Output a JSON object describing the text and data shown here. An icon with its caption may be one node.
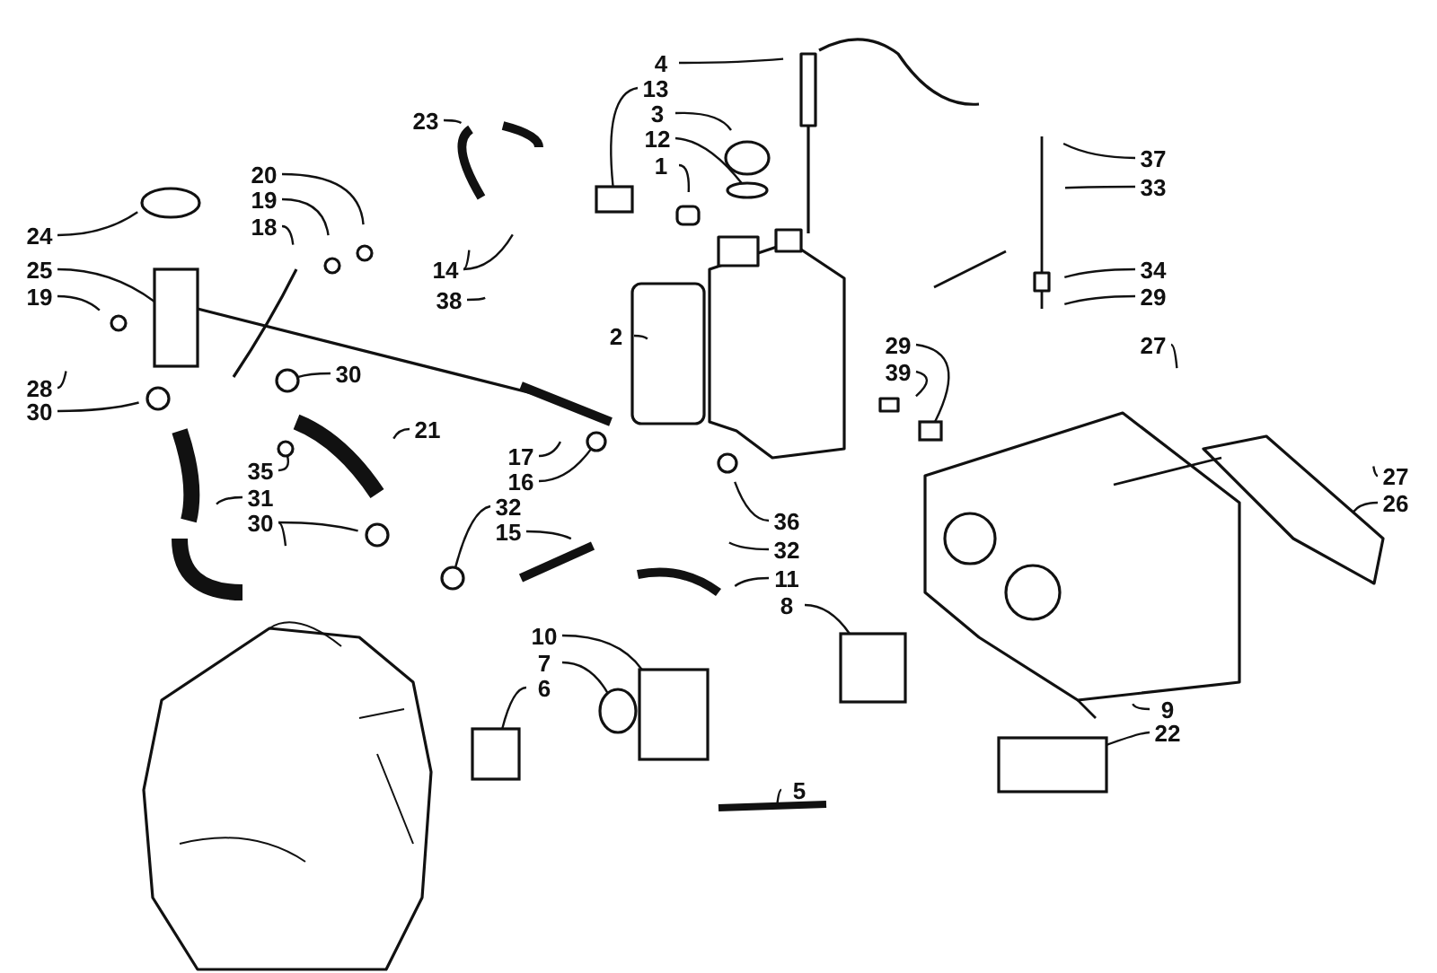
{
  "diagram": {
    "nodes": [
      {
        "text": [
          "4"
        ]
      },
      {
        "text": [
          "13"
        ]
      },
      {
        "text": [
          "23"
        ]
      },
      {
        "text": [
          "3"
        ]
      },
      {
        "text": [
          "37"
        ]
      },
      {
        "text": [
          "12"
        ]
      },
      {
        "text": [
          "20"
        ]
      },
      {
        "text": [
          "33"
        ]
      },
      {
        "text": [
          "1"
        ]
      },
      {
        "text": [
          "19"
        ]
      },
      {
        "text": [
          "18"
        ]
      },
      {
        "text": [
          "24"
        ]
      },
      {
        "text": [
          "14"
        ]
      },
      {
        "text": [
          "25"
        ]
      },
      {
        "text": [
          "34"
        ]
      },
      {
        "text": [
          "19"
        ]
      },
      {
        "text": [
          "29"
        ]
      },
      {
        "text": [
          "38"
        ]
      },
      {
        "text": [
          "2"
        ]
      },
      {
        "text": [
          "29"
        ]
      },
      {
        "text": [
          "27"
        ]
      },
      {
        "text": [
          "39"
        ]
      },
      {
        "text": [
          "30"
        ]
      },
      {
        "text": [
          "28"
        ]
      },
      {
        "text": [
          "30"
        ]
      },
      {
        "text": [
          "21"
        ]
      },
      {
        "text": [
          "17"
        ]
      },
      {
        "text": [
          "35"
        ]
      },
      {
        "text": [
          "16"
        ]
      },
      {
        "text": [
          "27"
        ]
      },
      {
        "text": [
          "31"
        ]
      },
      {
        "text": [
          "32"
        ]
      },
      {
        "text": [
          "26"
        ]
      },
      {
        "text": [
          "36"
        ]
      },
      {
        "text": [
          "30"
        ]
      },
      {
        "text": [
          "15"
        ]
      },
      {
        "text": [
          "32"
        ]
      },
      {
        "text": [
          "11"
        ]
      },
      {
        "text": [
          "8"
        ]
      },
      {
        "text": [
          "10"
        ]
      },
      {
        "text": [
          "7"
        ]
      },
      {
        "text": [
          "6"
        ]
      },
      {
        "text": [
          "9"
        ]
      },
      {
        "text": [
          "22"
        ]
      },
      {
        "text": [
          "5"
        ]
      },
      {
        "text": [],
        "shape": "box"
      },
      {
        "text": [],
        "shape": "circle"
      },
      {
        "text": [],
        "shape": "box"
      },
      {
        "text": [],
        "shape": "circle"
      },
      {
        "text": [],
        "shape": "circle"
      },
      {
        "text": [],
        "shape": "circle"
      },
      {
        "text": [],
        "shape": "circle"
      },
      {
        "text": [],
        "shape": "circle"
      },
      {
        "text": [],
        "shape": "box"
      },
      {
        "text": [],
        "shape": "box"
      },
      {
        "text": [],
        "shape": "box"
      },
      {
        "text": [],
        "shape": "box"
      },
      {
        "text": [],
        "shape": "box"
      }
    ],
    "edges": [
      {
        "from": 0,
        "to": null,
        "arrow": "none"
      },
      {
        "from": 1,
        "to": 45,
        "arrow": "none"
      },
      {
        "from": 2,
        "to": null,
        "arrow": "none"
      },
      {
        "from": 3,
        "to": null,
        "arrow": "none"
      },
      {
        "from": 4,
        "to": null,
        "arrow": "none"
      },
      {
        "from": 5,
        "to": 46,
        "arrow": "none"
      },
      {
        "from": 6,
        "to": null,
        "arrow": "none"
      },
      {
        "from": 7,
        "to": null,
        "arrow": "none"
      },
      {
        "from": 8,
        "to": null,
        "arrow": "none"
      },
      {
        "from": 9,
        "to": null,
        "arrow": "none"
      },
      {
        "from": 10,
        "to": null,
        "arrow": "none"
      },
      {
        "from": 11,
        "to": null,
        "arrow": "none"
      },
      {
        "from": 12,
        "to": null,
        "arrow": "none"
      },
      {
        "from": 12,
        "to": null,
        "arrow": "none"
      },
      {
        "from": 13,
        "to": 55,
        "arrow": "none"
      },
      {
        "from": 14,
        "to": null,
        "arrow": "none"
      },
      {
        "from": 15,
        "to": null,
        "arrow": "none"
      },
      {
        "from": 16,
        "to": null,
        "arrow": "none"
      },
      {
        "from": 17,
        "to": null,
        "arrow": "none"
      },
      {
        "from": 18,
        "to": null,
        "arrow": "none"
      },
      {
        "from": 19,
        "to": 47,
        "arrow": "none"
      },
      {
        "from": 20,
        "to": null,
        "arrow": "none"
      },
      {
        "from": 21,
        "to": null,
        "arrow": "none"
      },
      {
        "from": 22,
        "to": 48,
        "arrow": "none"
      },
      {
        "from": 23,
        "to": null,
        "arrow": "none"
      },
      {
        "from": 24,
        "to": null,
        "arrow": "none"
      },
      {
        "from": 25,
        "to": null,
        "arrow": "none"
      },
      {
        "from": 26,
        "to": null,
        "arrow": "none"
      },
      {
        "from": 27,
        "to": 49,
        "arrow": "none"
      },
      {
        "from": 28,
        "to": 50,
        "arrow": "none"
      },
      {
        "from": 29,
        "to": null,
        "arrow": "none"
      },
      {
        "from": 30,
        "to": null,
        "arrow": "none"
      },
      {
        "from": 31,
        "to": 51,
        "arrow": "none"
      },
      {
        "from": 32,
        "to": null,
        "arrow": "none"
      },
      {
        "from": 33,
        "to": null,
        "arrow": "none"
      },
      {
        "from": 34,
        "to": null,
        "arrow": "none"
      },
      {
        "from": 34,
        "to": null,
        "arrow": "none"
      },
      {
        "from": 35,
        "to": null,
        "arrow": "none"
      },
      {
        "from": 36,
        "to": null,
        "arrow": "none"
      },
      {
        "from": 37,
        "to": null,
        "arrow": "none"
      },
      {
        "from": 38,
        "to": 56,
        "arrow": "none"
      },
      {
        "from": 39,
        "to": 57,
        "arrow": "none"
      },
      {
        "from": 40,
        "to": 52,
        "arrow": "none"
      },
      {
        "from": 41,
        "to": 54,
        "arrow": "none"
      },
      {
        "from": 42,
        "to": null,
        "arrow": "none"
      },
      {
        "from": 43,
        "to": 53,
        "arrow": "none"
      },
      {
        "from": 44,
        "to": null,
        "arrow": "none"
      }
    ]
  }
}
